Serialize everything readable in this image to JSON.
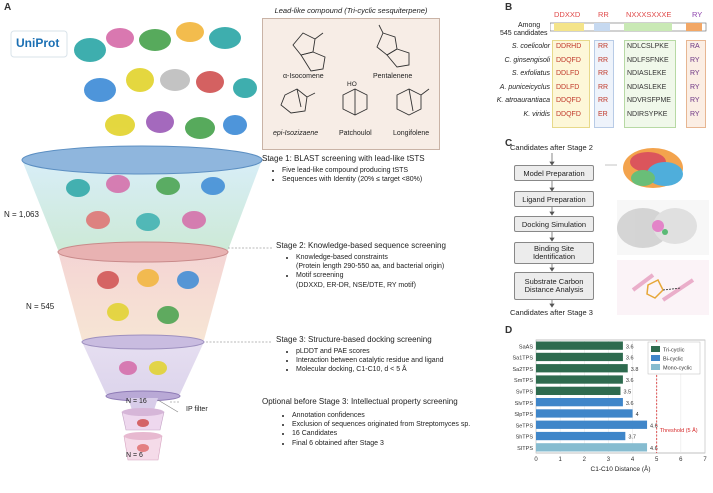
{
  "panels": {
    "a": "A",
    "b": "B",
    "c": "C",
    "d": "D"
  },
  "logo": {
    "text": "UniProt"
  },
  "compounds": {
    "title": "Lead-like compound (Tri-cyclic sesquiterpene)",
    "names": [
      "α-Isocomene",
      "Pentalenene",
      "epi-Isozizaene",
      "Patchoulol",
      "Longifolene"
    ],
    "patchoulol_ho": "HO"
  },
  "funnel": {
    "n1": "N = 1,063",
    "n2": "N = 545",
    "n3": "N = 16",
    "n4": "N = 6",
    "ip_filter": "IP filter"
  },
  "stages": [
    {
      "title": "Stage 1: BLAST screening with lead-like tSTS",
      "bullets": [
        "Five lead-like compound producing tSTS",
        "Sequences with Identity (20% ≤ target <80%)"
      ]
    },
    {
      "title": "Stage 2: Knowledge-based sequence screening",
      "bullets": [
        "Knowledge-based constraints",
        "(Protein length 290-550 aa, and bacterial origin)",
        "Motif screening",
        "(DDXXD, ER-DR, NSE/DTE, RY motif)"
      ]
    },
    {
      "title": "Stage 3: Structure-based docking screening",
      "bullets": [
        "pLDDT and PAE scores",
        "Interaction between catalytic residue and ligand",
        "Molecular docking, C1-C10, d < 5 Å"
      ]
    },
    {
      "title": "Optional before Stage 3: Intellectual property screening",
      "bullets": [
        "Annotation confidences",
        "Exclusion of sequences originated from Streptomyces sp.",
        "16 Candidates",
        "Final 6 obtained after Stage 3"
      ]
    }
  ],
  "motifs": {
    "headers": [
      "DDXXD",
      "RR",
      "NXXXSXXXE",
      "RY"
    ],
    "among": "Among",
    "among2": "545 candidates",
    "species": [
      "S. coelicolor",
      "C. ginsengisoli",
      "S. exfoliatus",
      "A. puniceicyclus",
      "K. atroaurantiaca",
      "K. viridis"
    ],
    "col1": [
      "DDRHD",
      "DDQFD",
      "DDLFD",
      "DDLFD",
      "DDQFD",
      "DDQFD"
    ],
    "col2": [
      "RR",
      "RR",
      "RR",
      "RR",
      "RR",
      "ER"
    ],
    "col3": [
      "NDLCSLPKE",
      "NDLFSFNKE",
      "NDIASLEKE",
      "NDIASLEKE",
      "NDVRSFPME",
      "NDIRSYPKE"
    ],
    "col4": [
      "RA",
      "RY",
      "RY",
      "RY",
      "RY",
      "RY"
    ]
  },
  "workflow": {
    "top": "Candidates after Stage 2",
    "steps": [
      "Model Preparation",
      "Ligand Preparation",
      "Docking Simulation",
      "Binding Site Identification",
      "Substrate Carbon Distance Analysis"
    ],
    "bottom": "Candidates after Stage 3"
  },
  "chart_data": {
    "type": "bar",
    "orientation": "horizontal",
    "categories": [
      "SaAS",
      "Sa1TPS",
      "Sa2TPS",
      "SmTPS",
      "SvTPS",
      "SlvTPS",
      "SlpTPS",
      "SeTPS",
      "ShTPS",
      "SITPS"
    ],
    "values": [
      3.6,
      3.6,
      3.8,
      3.6,
      3.5,
      3.6,
      4.0,
      4.6,
      3.7,
      4.6
    ],
    "labels": [
      "3.6",
      "3.6",
      "3.8",
      "3.6",
      "3.5",
      "3.6",
      "4",
      "4.6",
      "3.7",
      "4.6"
    ],
    "classes": [
      "Tri-cyclic",
      "Tri-cyclic",
      "Tri-cyclic",
      "Tri-cyclic",
      "Tri-cyclic",
      "Bi-cyclic",
      "Bi-cyclic",
      "Bi-cyclic",
      "Bi-cyclic",
      "Mono-cyclic"
    ],
    "legend": [
      {
        "name": "Tri-cyclic",
        "color": "#2e6b4f"
      },
      {
        "name": "Bi-cyclic",
        "color": "#3f86c9"
      },
      {
        "name": "Mono-cyclic",
        "color": "#86bcd0"
      }
    ],
    "xlabel": "C1-C10 Distance (Å)",
    "xlim": [
      0,
      7
    ],
    "xticks": [
      "0",
      "1",
      "2",
      "3",
      "4",
      "5",
      "6",
      "7"
    ],
    "threshold": 5,
    "threshold_label": "Threshold (5 Å)",
    "legend_position": "top-right"
  }
}
